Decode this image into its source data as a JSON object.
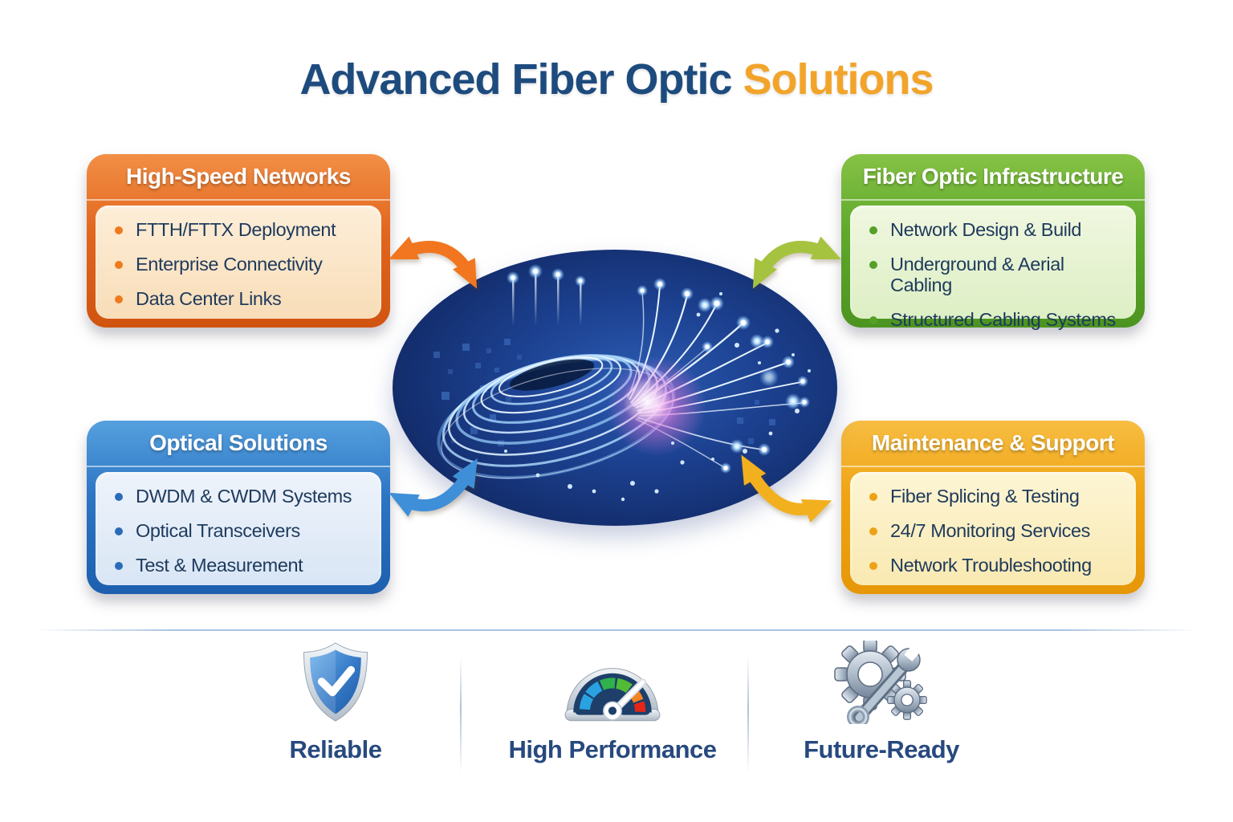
{
  "title": {
    "main": "Advanced Fiber Optic",
    "accent": "Solutions"
  },
  "cards": {
    "high_speed": {
      "title": "High-Speed Networks",
      "accent_color": "#e2661e",
      "items": [
        "FTTH/FTTX Deployment",
        "Enterprise Connectivity",
        "Data Center Links"
      ]
    },
    "infrastructure": {
      "title": "Fiber Optic Infrastructure",
      "accent_color": "#5fa92c",
      "items": [
        "Network Design & Build",
        "Underground & Aerial Cabling",
        "Structured Cabling Systems"
      ]
    },
    "optical": {
      "title": "Optical Solutions",
      "accent_color": "#2c74c4",
      "items": [
        "DWDM & CWDM Systems",
        "Optical Transceivers",
        "Test & Measurement"
      ]
    },
    "maintenance": {
      "title": "Maintenance & Support",
      "accent_color": "#efa312",
      "items": [
        "Fiber Splicing & Testing",
        "24/7 Monitoring Services",
        "Network Troubleshooting"
      ]
    }
  },
  "arrows": {
    "top_left_color": "#f1761f",
    "top_right_color": "#a6c33f",
    "bottom_left_color": "#3f8fd8",
    "bottom_right_color": "#f2b01e"
  },
  "features": {
    "reliable": {
      "label": "Reliable",
      "icon": "shield-check-icon"
    },
    "performance": {
      "label": "High Performance",
      "icon": "gauge-icon"
    },
    "future": {
      "label": "Future-Ready",
      "icon": "gears-wrench-icon"
    }
  },
  "title_colors": {
    "main": "#1d4b7e",
    "accent": "#f2a42a"
  }
}
